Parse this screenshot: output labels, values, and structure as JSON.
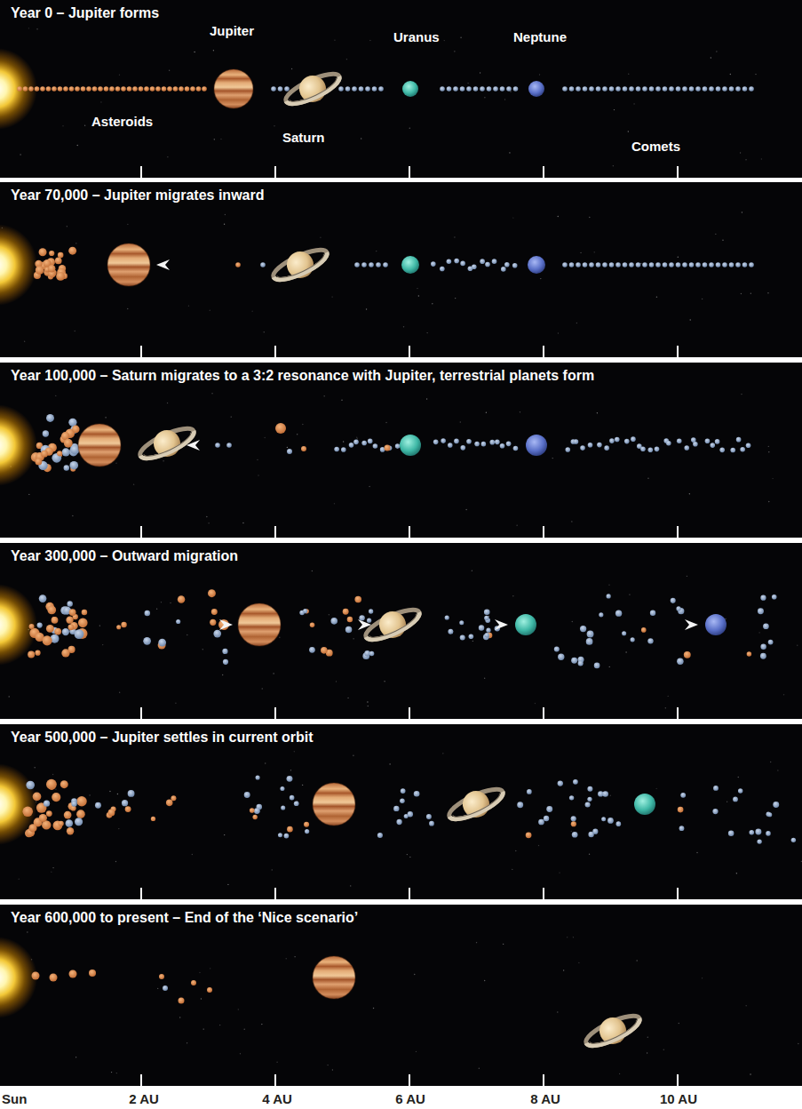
{
  "diagram": {
    "nodes": [
      {
        "text": [
          "Year 0 – Jupiter forms"
        ]
      },
      {
        "text": [
          "Year 70,000 – Jupiter migrates inward"
        ]
      },
      {
        "text": [
          "Year 100,000 – Saturn migrates to a 3:2 resonance with Jupiter, terrestrial planets form"
        ]
      },
      {
        "text": [
          "Year 300,000 – Outward migration"
        ]
      },
      {
        "text": [
          "Year 500,000 – Jupiter settles in current orbit"
        ]
      },
      {
        "text": [
          "Year 600,000 to present – End of the ‘Nice scenario’"
        ]
      }
    ],
    "labels": [
      "Jupiter",
      "Uranus",
      "Neptune",
      "Asteroids",
      "Saturn",
      "Comets",
      "Sun",
      "2 AU",
      "4 AU",
      "6 AU",
      "8 AU",
      "10 AU"
    ]
  }
}
